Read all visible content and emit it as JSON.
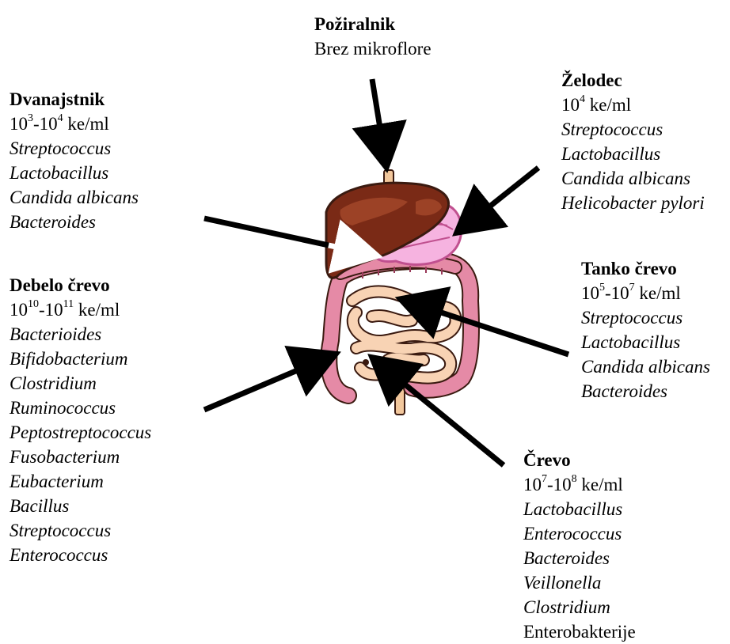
{
  "labels": {
    "poziralnik": {
      "title": "Požiralnik",
      "subtitle": "Brez mikroflore"
    },
    "zelodec": {
      "title": "Želodec",
      "count": {
        "base": "10",
        "exp": "4",
        "unit": " ke/ml"
      },
      "organisms": [
        "Streptococcus",
        "Lactobacillus",
        "Candida albicans",
        "Helicobacter pylori"
      ]
    },
    "dvanajstnik": {
      "title": "Dvanajstnik",
      "count": {
        "base1": "10",
        "exp1": "3",
        "sep": "-10",
        "exp2": "4",
        "unit": " ke/ml"
      },
      "organisms": [
        "Streptococcus",
        "Lactobacillus",
        "Candida albicans",
        "Bacteroides"
      ]
    },
    "tanko": {
      "title": "Tanko črevo",
      "count": {
        "base1": "10",
        "exp1": "5",
        "sep": "-10",
        "exp2": "7",
        "unit": " ke/ml"
      },
      "organisms": [
        "Streptococcus",
        "Lactobacillus",
        "Candida albicans",
        "Bacteroides"
      ]
    },
    "debelo": {
      "title": "Debelo črevo",
      "count": {
        "base1": "10",
        "exp1": "10",
        "sep": "-10",
        "exp2": "11",
        "unit": " ke/ml"
      },
      "organisms": [
        "Bacterioides",
        "Bifidobacterium",
        "Clostridium",
        "Ruminococcus",
        "Peptostreptococcus",
        "Fusobacterium",
        "Eubacterium",
        "Bacillus",
        "Streptococcus",
        "Enterococcus"
      ]
    },
    "crevo": {
      "title": "Črevo",
      "count": {
        "base1": "10",
        "exp1": "7",
        "sep": "-10",
        "exp2": "8",
        "unit": " ke/ml"
      },
      "organisms": [
        "Lactobacillus",
        "Enterococcus",
        "Bacteroides",
        "Veillonella",
        "Clostridium"
      ],
      "extra": "Enterobakterije"
    }
  },
  "colors": {
    "liver": "#7a2a16",
    "liver_highlight": "#a5482a",
    "stomach": "#f6b3e0",
    "stomach_stroke": "#c0508f",
    "small_intestine": "#f8d3b4",
    "large_intestine": "#e58aa6",
    "esophagus": "#f2c79c",
    "arrow": "#000000",
    "outline": "#3a1a10"
  }
}
